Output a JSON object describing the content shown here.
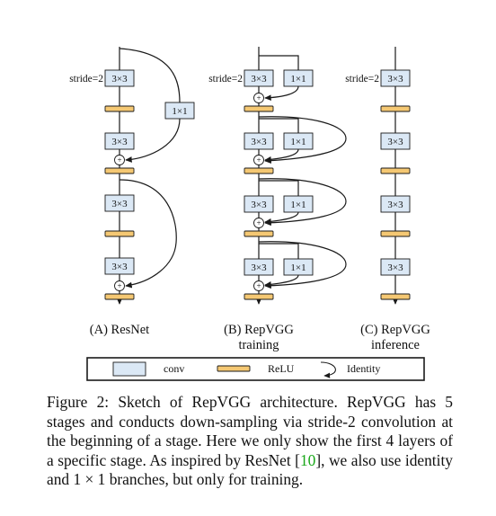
{
  "colors": {
    "conv_fill": "#dbe8f5",
    "relu_fill": "#f5c873",
    "stroke": "#1a1a1a",
    "citation": "#1aa81a"
  },
  "labels": {
    "conv3": "3×3",
    "conv1": "1×1",
    "stride": "stride=2",
    "add": "+"
  },
  "columns": {
    "resnet": "(A) ResNet",
    "repvgg_training_1": "(B) RepVGG",
    "repvgg_training_2": "training",
    "repvgg_inference_1": "(C) RepVGG",
    "repvgg_inference_2": "inference"
  },
  "legend": {
    "conv": "conv",
    "relu": "ReLU",
    "identity": "Identity"
  },
  "caption": {
    "part1": "Figure 2: Sketch of RepVGG architecture. RepVGG has 5 stages and conducts down-sampling via stride-2 convolution at the beginning of a stage. Here we only show the first 4 layers of a specific stage. As inspired by ResNet [",
    "cite": "10",
    "part2": "], we also use identity and 1 × 1 branches, but only for training."
  }
}
